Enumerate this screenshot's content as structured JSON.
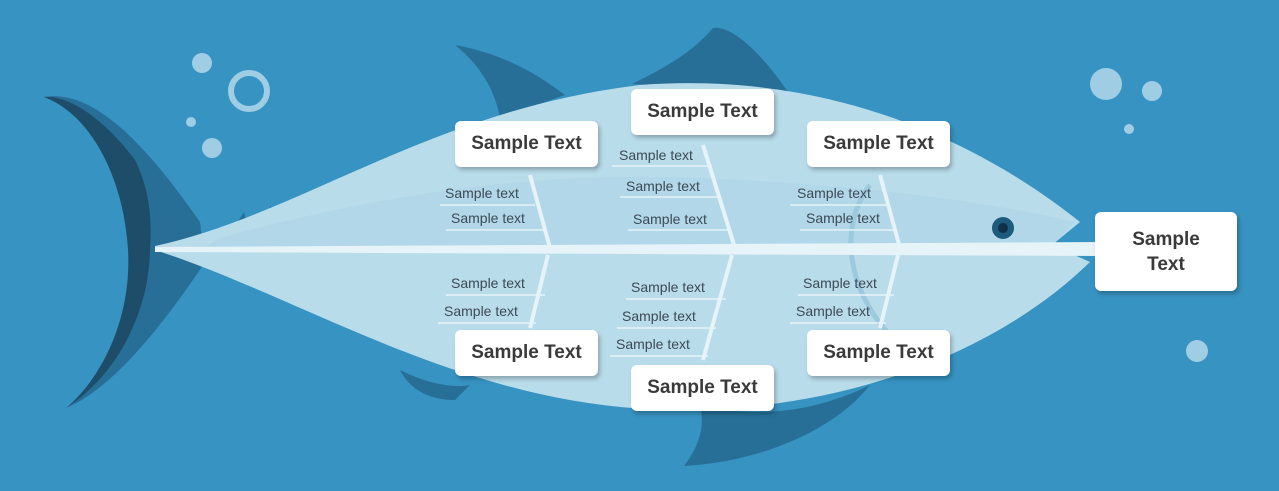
{
  "colors": {
    "background": "#3793c2",
    "fish_dark": "#276f97",
    "tail_shadow": "#1d4d69",
    "body": "#b9dcea",
    "body_lower": "#c2e1ee",
    "spine": "#e6f3f8",
    "box": "#ffffff",
    "text": "#3a3a3a"
  },
  "categories": [
    {
      "id": "top-left",
      "label": "Sample Text"
    },
    {
      "id": "top-center",
      "label": "Sample Text"
    },
    {
      "id": "top-right",
      "label": "Sample Text"
    },
    {
      "id": "bottom-left",
      "label": "Sample Text"
    },
    {
      "id": "bottom-center",
      "label": "Sample Text"
    },
    {
      "id": "bottom-right",
      "label": "Sample Text"
    }
  ],
  "head": {
    "line1": "Sample",
    "line2": "Text"
  },
  "causes": {
    "top_left": [
      "Sample text",
      "Sample text"
    ],
    "top_center": [
      "Sample text",
      "Sample text",
      "Sample text"
    ],
    "top_right": [
      "Sample text",
      "Sample text"
    ],
    "bottom_left": [
      "Sample text",
      "Sample text"
    ],
    "bottom_center": [
      "Sample text",
      "Sample text",
      "Sample text"
    ],
    "bottom_right": [
      "Sample text",
      "Sample text"
    ]
  }
}
